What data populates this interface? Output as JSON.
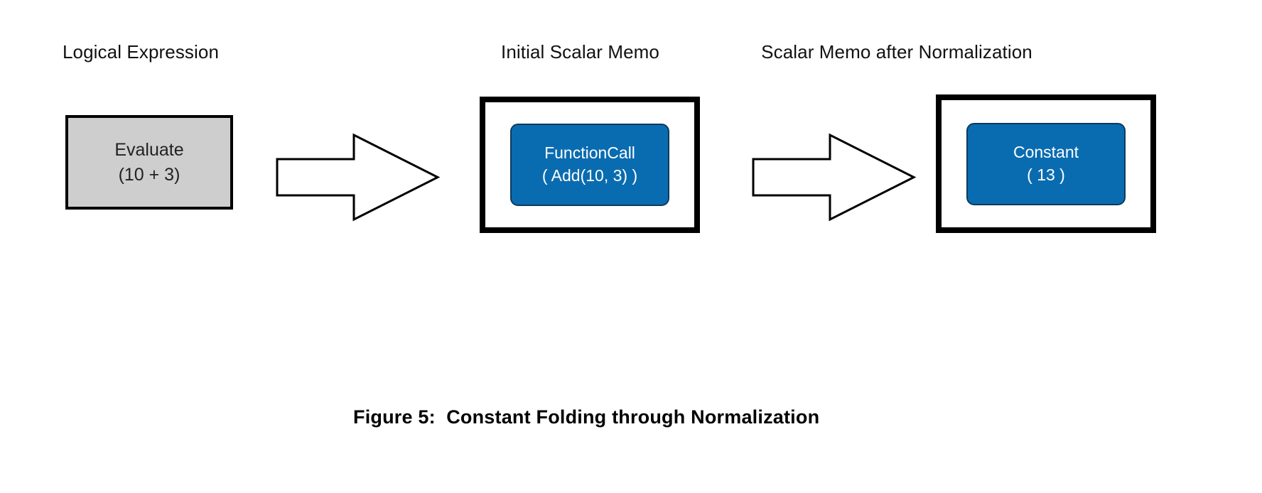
{
  "figure": {
    "caption": "Figure 5:  Constant Folding through Normalization",
    "background_color": "#ffffff"
  },
  "columns": [
    {
      "heading": "Logical Expression",
      "node": {
        "kind": "gray-box",
        "line1": "Evaluate",
        "line2": "(10 + 3)",
        "fill_color": "#cecece",
        "border_color": "#000000",
        "text_color": "#222222"
      }
    },
    {
      "heading": "Initial Scalar Memo",
      "node": {
        "kind": "memo-frame",
        "line1": "FunctionCall",
        "line2": "( Add(10, 3) )",
        "fill_color": "#0a6cb0",
        "border_color": "#0d3a5c",
        "frame_color": "#000000",
        "text_color": "#ffffff"
      }
    },
    {
      "heading": "Scalar Memo after Normalization",
      "node": {
        "kind": "memo-frame",
        "line1": "Constant",
        "line2": "( 13 )",
        "fill_color": "#0a6cb0",
        "border_color": "#0d3a5c",
        "frame_color": "#000000",
        "text_color": "#ffffff"
      }
    }
  ],
  "arrows": [
    {
      "name": "arrow-logical-to-initial-memo",
      "direction": "right",
      "style": "outlined-block-arrow",
      "stroke_color": "#000000",
      "fill_color": "#ffffff"
    },
    {
      "name": "arrow-initial-to-normalized-memo",
      "direction": "right",
      "style": "outlined-block-arrow",
      "stroke_color": "#000000",
      "fill_color": "#ffffff"
    }
  ]
}
